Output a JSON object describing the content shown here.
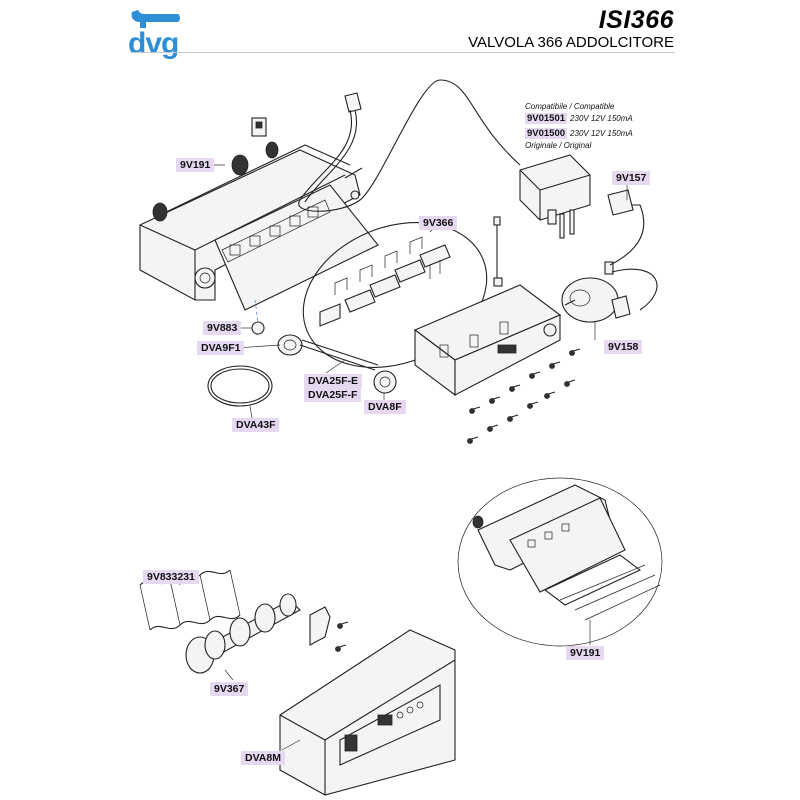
{
  "header": {
    "code": "ISI366",
    "title": "VALVOLA 366 ADDOLCITORE",
    "logo_text": "dvg"
  },
  "compatibility": {
    "heading": "Compatibile / Compatible",
    "items": [
      {
        "code": "9V01501",
        "spec": "230V 12V 150mA"
      },
      {
        "code": "9V01500",
        "spec": "230V 12V 150mA"
      }
    ],
    "note": "Originale / Original"
  },
  "parts": {
    "p_9v191_top": "9V191",
    "p_9v366": "9V366",
    "p_9v157": "9V157",
    "p_9v883": "9V883",
    "p_dva9f1": "DVA9F1",
    "p_9v158": "9V158",
    "p_dva25fe": "DVA25F-E",
    "p_dva25ff": "DVA25F-F",
    "p_dva8f": "DVA8F",
    "p_dva43f": "DVA43F",
    "p_9v833231": "9V833231",
    "p_9v191_bottom": "9V191",
    "p_9v367": "9V367",
    "p_dva8m": "DVA8M"
  },
  "colors": {
    "label_bg": "#e6d8f1",
    "logo_blue": "#2f8fd6",
    "guide_blue": "#3b6fd6"
  }
}
